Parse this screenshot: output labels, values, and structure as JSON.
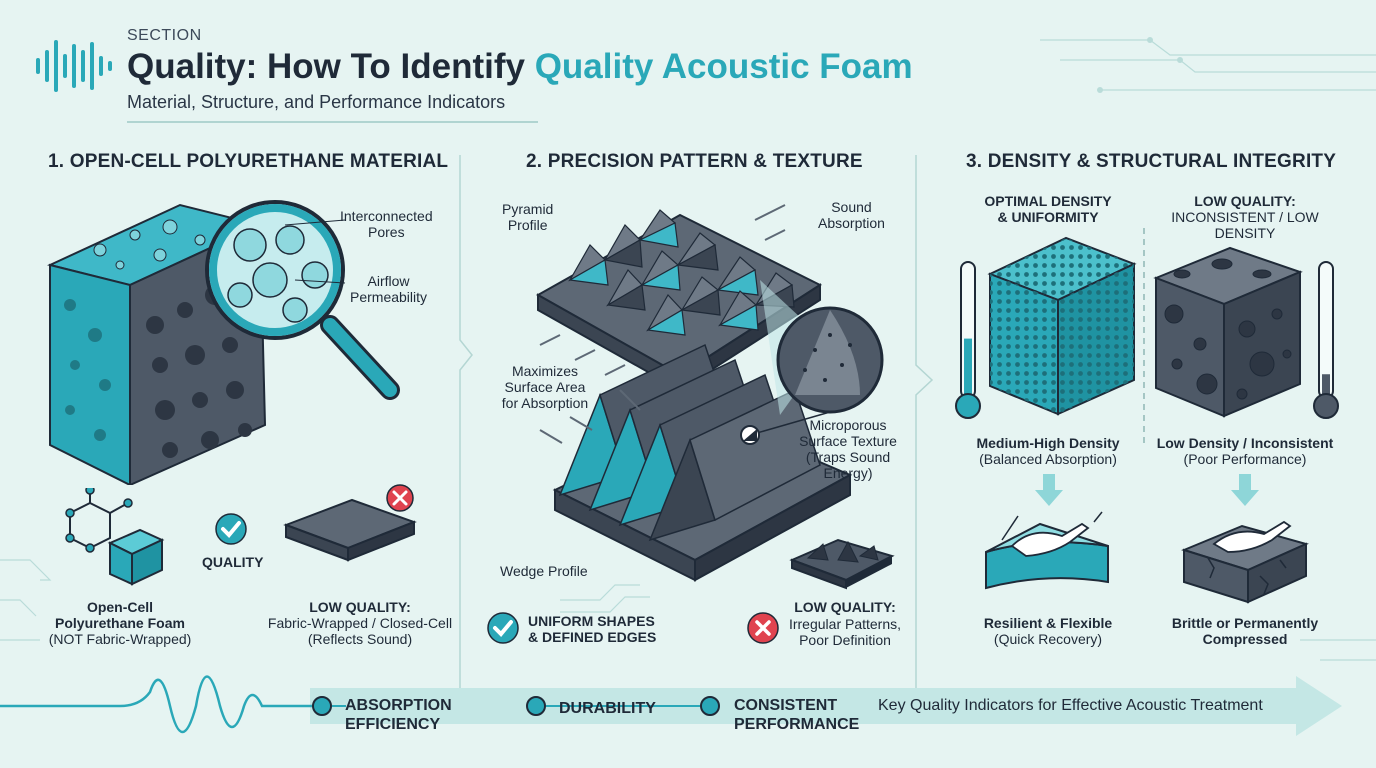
{
  "header": {
    "kicker": "SECTION",
    "title_main": "Quality: How To Identify ",
    "title_accent": "Quality Acoustic Foam",
    "subtitle": "Material, Structure, and Performance Indicators"
  },
  "columns": [
    {
      "heading": "1. OPEN-CELL POLYURETHANE MATERIAL",
      "callouts": {
        "pores": "Interconnected\nPores",
        "airflow": "Airflow\nPermeability"
      },
      "quality_badge": "QUALITY",
      "good": {
        "title": "Open-Cell\nPolyurethane Foam",
        "note": "(NOT Fabric-Wrapped)"
      },
      "bad": {
        "title": "LOW QUALITY:",
        "note": "Fabric-Wrapped / Closed-Cell\n(Reflects Sound)"
      }
    },
    {
      "heading": "2. PRECISION PATTERN & TEXTURE",
      "callouts": {
        "pyramid": "Pyramid\nProfile",
        "sound": "Sound\nAbsorption",
        "surface": "Maximizes\nSurface Area\nfor Absorption",
        "micro_title": "Microporous\nSurface Texture",
        "micro_note": "(Traps Sound\nEnergy)",
        "wedge": "Wedge Profile"
      },
      "good": {
        "title": "UNIFORM SHAPES\n& DEFINED EDGES"
      },
      "bad": {
        "title": "LOW QUALITY:",
        "note": "Irregular Patterns,\nPoor Definition"
      }
    },
    {
      "heading": "3. DENSITY & STRUCTURAL INTEGRITY",
      "good": {
        "title": "OPTIMAL DENSITY\n& UNIFORMITY",
        "density": "Medium-High Density",
        "density_note": "(Balanced Absorption)",
        "result": "Resilient & Flexible",
        "result_note": "(Quick Recovery)",
        "thermo_level": 0.45
      },
      "bad": {
        "title": "LOW QUALITY:",
        "subtitle": "INCONSISTENT / LOW DENSITY",
        "density": "Low Density / Inconsistent",
        "density_note": "(Poor Performance)",
        "result": "Brittle or Permanently\nCompressed",
        "thermo_level": 0.18
      }
    }
  ],
  "banner": {
    "items": [
      "ABSORPTION\nEFFICIENCY",
      "DURABILITY",
      "CONSISTENT\nPERFORMANCE"
    ],
    "tagline": "Key Quality Indicators for Effective Acoustic Treatment"
  },
  "colors": {
    "background": "#e6f4f2",
    "accent": "#2aa8b8",
    "dark": "#1f2a38",
    "foam_gray": "#4e5967",
    "bad_red": "#e0434f"
  }
}
